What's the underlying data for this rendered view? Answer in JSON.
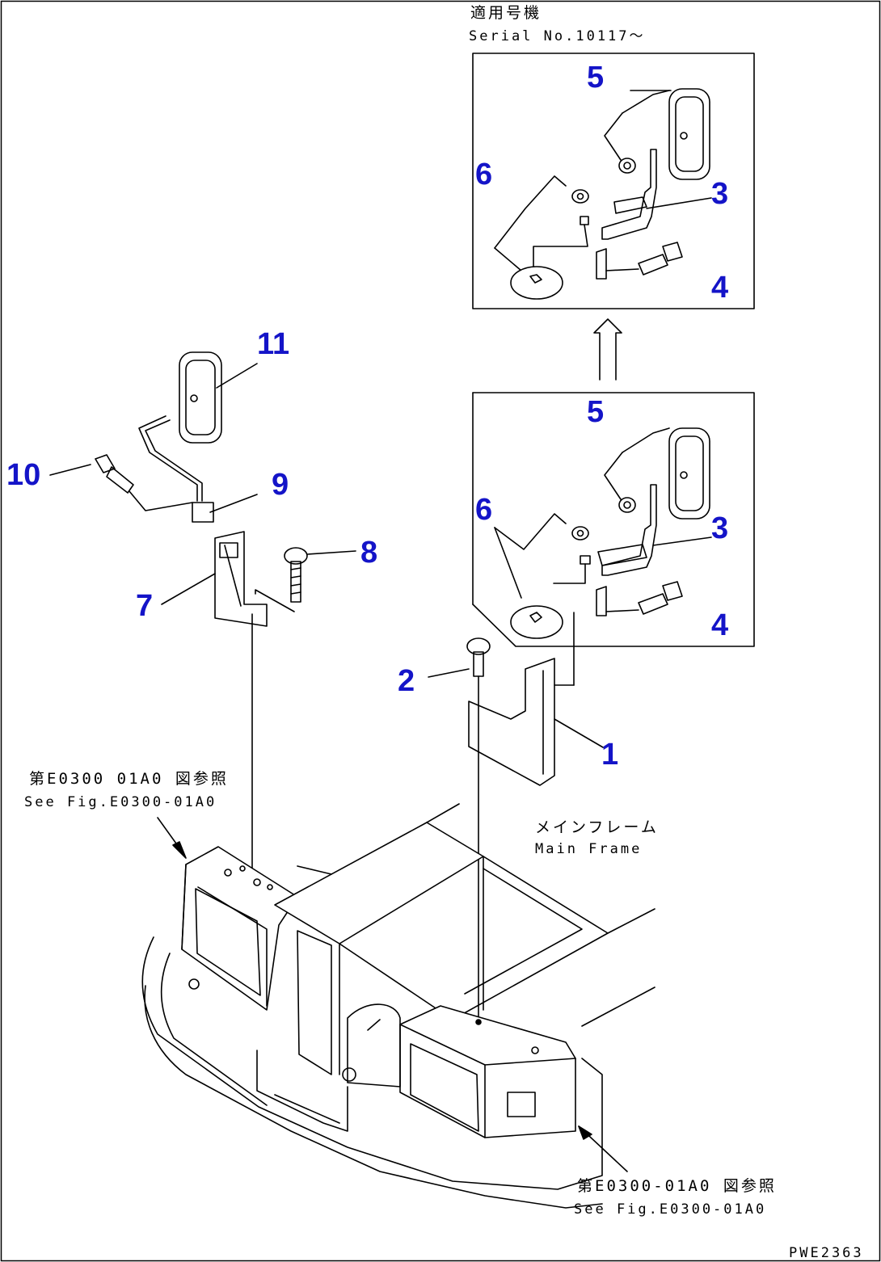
{
  "header": {
    "applicability_jp": "適用号機",
    "serial": "Serial No.10117～"
  },
  "callouts": {
    "c1": "1",
    "c2": "2",
    "c3_upper": "3",
    "c3_lower": "3",
    "c4_upper": "4",
    "c4_lower": "4",
    "c5_upper": "5",
    "c5_lower": "5",
    "c6_upper": "6",
    "c6_lower": "6",
    "c7": "7",
    "c8": "8",
    "c9": "9",
    "c10": "10",
    "c11": "11"
  },
  "references": {
    "left_jp": "第E0300 01A0 図参照",
    "left_en": "See Fig.E0300-01A0",
    "right_jp": "第E0300-01A0 図参照",
    "right_en": "See Fig.E0300-01A0"
  },
  "main_frame": {
    "jp": "メインフレーム",
    "en": "Main Frame"
  },
  "drawing_code": "PWE2363"
}
